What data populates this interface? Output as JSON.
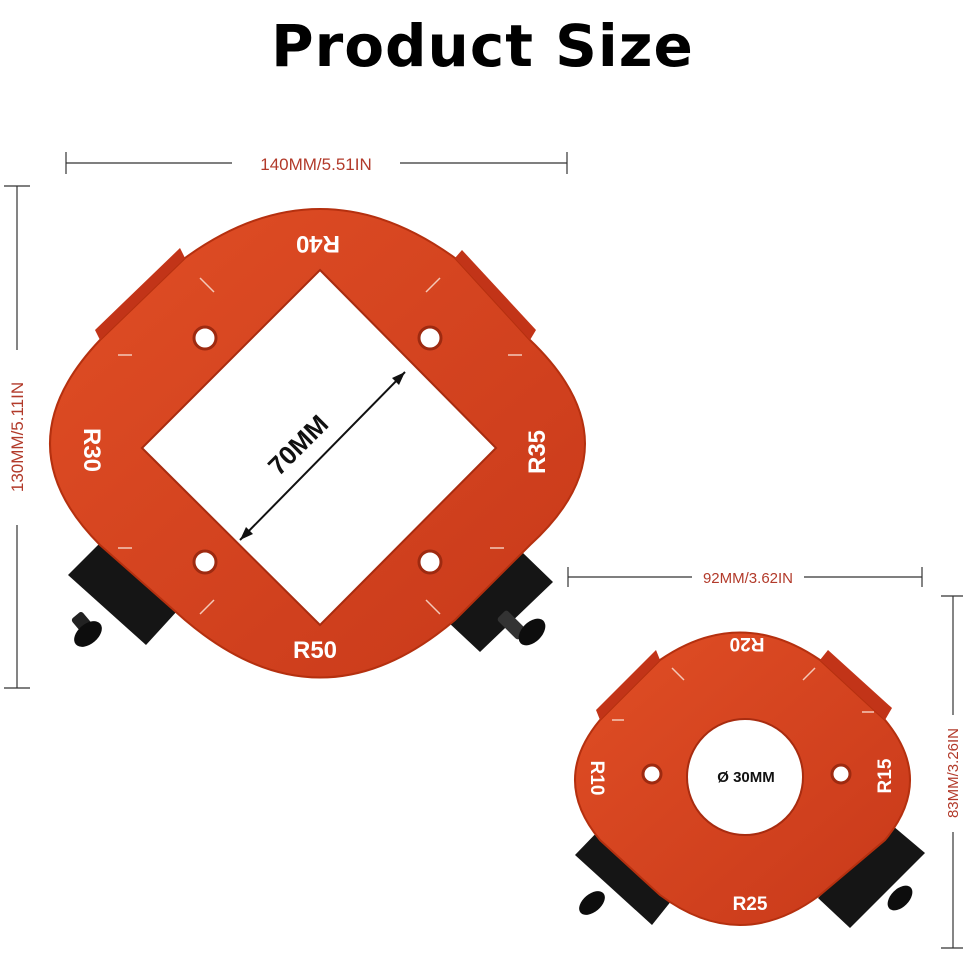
{
  "title": "Product Size",
  "large_template": {
    "width_dim": "140MM/5.51IN",
    "height_dim": "130MM/5.11IN",
    "inner_dim": "70MM",
    "radius_labels": {
      "top": "R40",
      "left": "R30",
      "right": "R35",
      "bottom": "R50"
    }
  },
  "small_template": {
    "width_dim": "92MM/3.62IN",
    "height_dim": "83MM/3.26IN",
    "inner_dim": "Ø 30MM",
    "radius_labels": {
      "top": "R20",
      "left": "R10",
      "right": "R15",
      "bottom": "R25"
    }
  },
  "colors": {
    "plate": "#d8431f",
    "plate_edge": "#b5300f",
    "clamp": "#141414"
  }
}
